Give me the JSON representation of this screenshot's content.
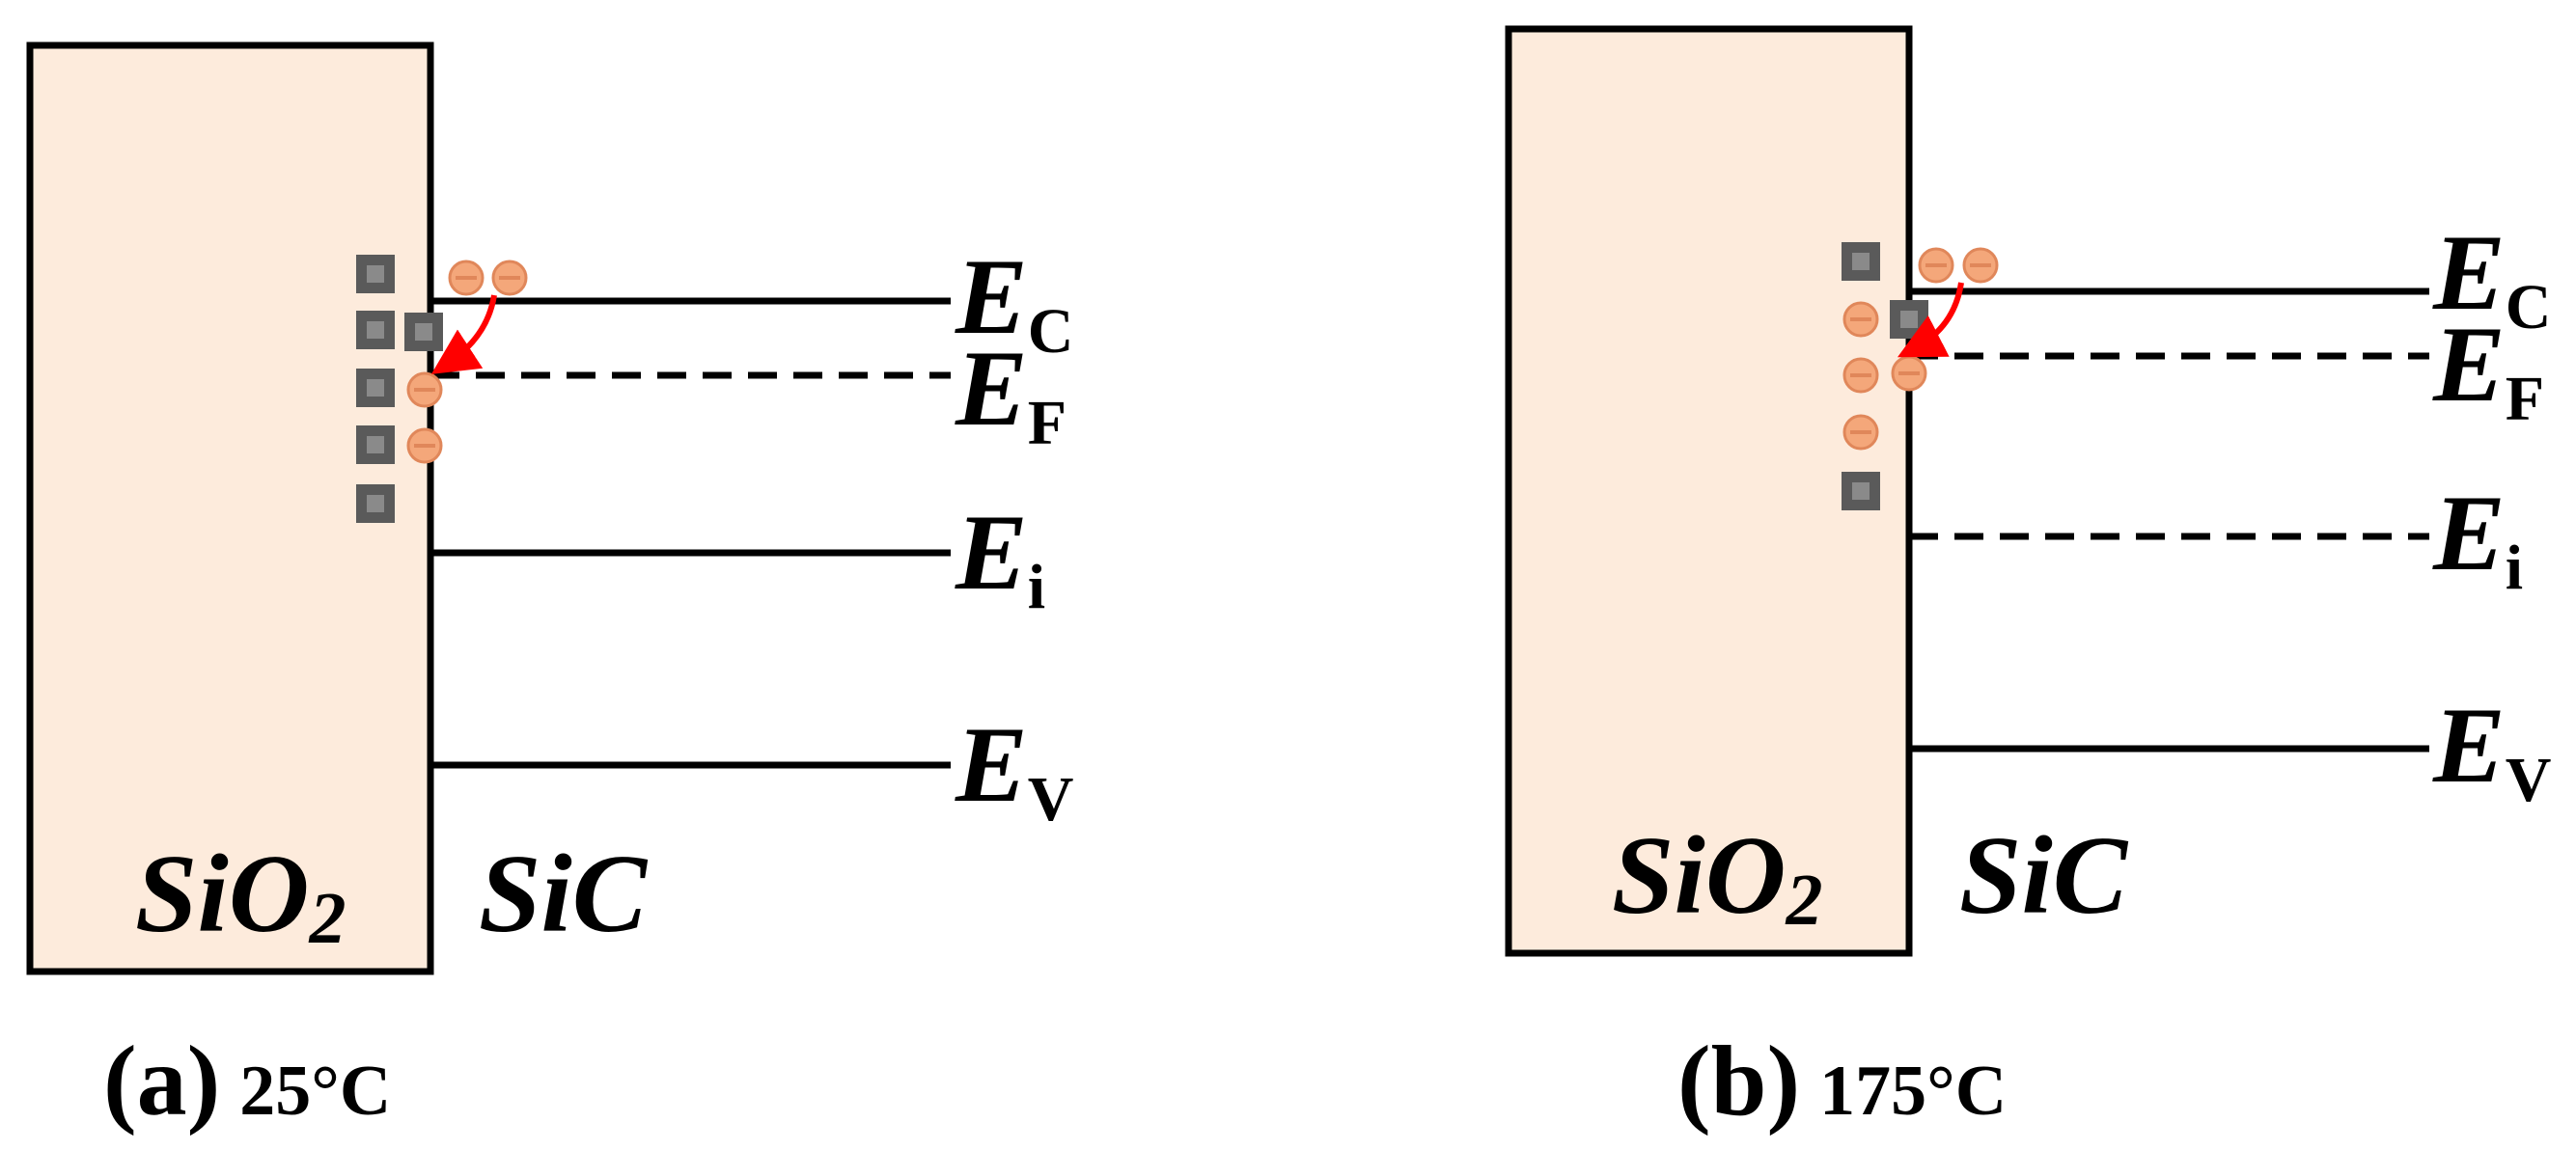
{
  "panels": [
    {
      "id": "a",
      "oxide_label": {
        "base": "SiO",
        "sub": "2"
      },
      "semiconductor_label": "SiC",
      "bands": [
        {
          "id": "ec",
          "symbol": "E",
          "sub": "C",
          "line_style": "solid"
        },
        {
          "id": "ef",
          "symbol": "E",
          "sub": "F",
          "line_style": "dashed"
        },
        {
          "id": "ei",
          "symbol": "E",
          "sub": "i",
          "line_style": "solid"
        },
        {
          "id": "ev",
          "symbol": "E",
          "sub": "V",
          "line_style": "solid"
        }
      ],
      "traps": {
        "empty": 6,
        "filled": 2
      },
      "free_electrons": 2,
      "caption": {
        "label": "(a)",
        "temperature": "25°C"
      }
    },
    {
      "id": "b",
      "oxide_label": {
        "base": "SiO",
        "sub": "2"
      },
      "semiconductor_label": "SiC",
      "bands": [
        {
          "id": "ec",
          "symbol": "E",
          "sub": "C",
          "line_style": "solid"
        },
        {
          "id": "ef",
          "symbol": "E",
          "sub": "F",
          "line_style": "dashed"
        },
        {
          "id": "ei",
          "symbol": "E",
          "sub": "i",
          "line_style": "dashed"
        },
        {
          "id": "ev",
          "symbol": "E",
          "sub": "V",
          "line_style": "solid"
        }
      ],
      "traps": {
        "empty": 3,
        "filled": 4
      },
      "free_electrons": 2,
      "caption": {
        "label": "(b)",
        "temperature": "175°C"
      }
    }
  ],
  "colors": {
    "oxide_fill": "#fdebdc",
    "outline": "#000000",
    "trap_outer": "#5a5a5a",
    "trap_inner": "#8a8a8a",
    "electron_fill": "#f4a77a",
    "electron_stroke": "#e0875a",
    "arrow": "#ff0000"
  },
  "icons": {
    "trap": "gray-square-trap-icon",
    "electron": "orange-minus-circle-electron-icon"
  }
}
